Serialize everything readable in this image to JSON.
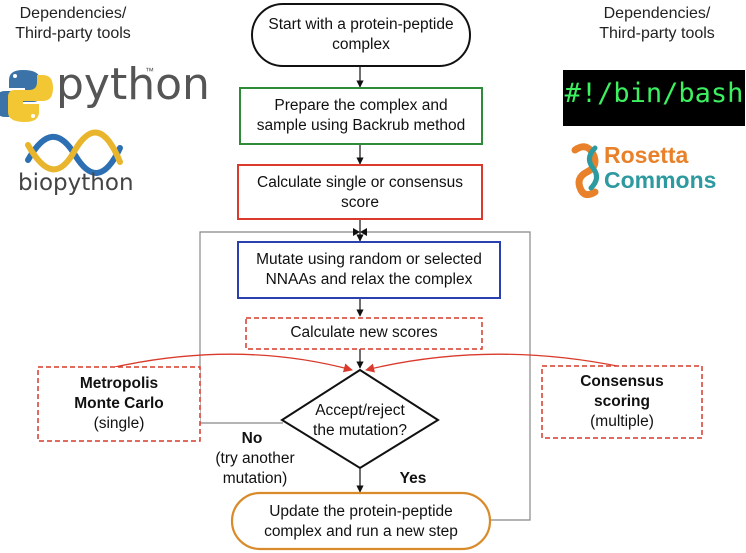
{
  "left_panel": {
    "heading": [
      "Dependencies/",
      "Third-party tools"
    ],
    "python_logo_text": "python",
    "python_tm": "™",
    "biopython_logo_text": "biopython"
  },
  "right_panel": {
    "heading": [
      "Dependencies/",
      "Third-party tools"
    ],
    "bash_logo_text": "#!/bin/bash",
    "rosetta_line1": "Rosetta",
    "rosetta_line2": "Commons"
  },
  "flow": {
    "start": [
      "Start with a protein-peptide",
      "complex"
    ],
    "prepare": [
      "Prepare the complex and",
      "sample using Backrub method"
    ],
    "calc_score": [
      "Calculate single or consensus",
      "score"
    ],
    "mutate": [
      "Mutate using random or selected",
      "NNAAs and relax the complex"
    ],
    "calc_new": [
      "Calculate new scores"
    ],
    "decision": [
      "Accept/reject",
      "the mutation?"
    ],
    "update": [
      "Update the protein-peptide",
      "complex and run a new step"
    ],
    "no_label": "No",
    "no_sub": [
      "(try another",
      "mutation)"
    ],
    "yes_label": "Yes"
  },
  "metropolis": {
    "title": [
      "Metropolis",
      "Monte Carlo"
    ],
    "sub": "(single)"
  },
  "consensus": {
    "title": [
      "Consensus",
      "scoring"
    ],
    "sub": "(multiple)"
  },
  "colors": {
    "green": "#2e8b3a",
    "red": "#d93a2b",
    "blue": "#2a3fb0",
    "orange": "#d98a2a",
    "gray": "#888888",
    "black": "#111111",
    "python_blue": "#3b73a8",
    "python_yellow": "#f2c733",
    "bio_blue": "#2d6fb3",
    "bio_yellow": "#e8b52c",
    "bash_green": "#3cf060",
    "rosetta_orange": "#e8812a",
    "rosetta_teal": "#2d9aa0"
  }
}
